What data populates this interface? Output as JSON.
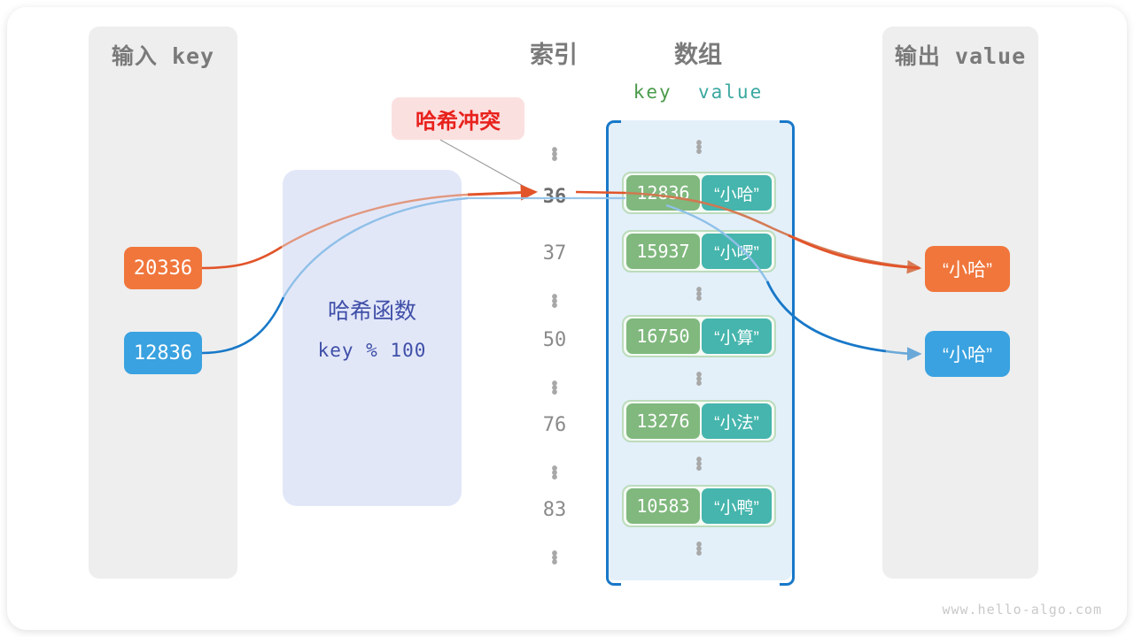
{
  "watermark": "www.hello-algo.com",
  "panels": {
    "input_title": "输入 key",
    "output_title": "输出 value"
  },
  "hash_function": {
    "title": "哈希函数",
    "expression": "key % 100",
    "accent_color": "#3f4fa8",
    "bg_color": "#e2e7f8"
  },
  "collision": {
    "label": "哈希冲突",
    "text_color": "#e8211c",
    "bg_color": "#fbe0e0"
  },
  "columns": {
    "index_title": "索引",
    "array_title": "数组",
    "key_header": "key",
    "value_header": "value",
    "key_header_color": "#4a9b4a",
    "value_header_color": "#3aa8a0"
  },
  "input_keys": [
    {
      "value": "20336",
      "color": "#f0763c"
    },
    {
      "value": "12836",
      "color": "#3aa2e0"
    }
  ],
  "output_values": [
    {
      "value": "“小哈”",
      "color": "#f0763c"
    },
    {
      "value": "“小哈”",
      "color": "#3aa2e0"
    }
  ],
  "index_column": [
    {
      "type": "dots"
    },
    {
      "type": "index",
      "label": "36",
      "bold": true
    },
    {
      "type": "index",
      "label": "37",
      "bold": false
    },
    {
      "type": "dots"
    },
    {
      "type": "index",
      "label": "50",
      "bold": false
    },
    {
      "type": "dots"
    },
    {
      "type": "index",
      "label": "76",
      "bold": false
    },
    {
      "type": "dots"
    },
    {
      "type": "index",
      "label": "83",
      "bold": false
    },
    {
      "type": "dots"
    }
  ],
  "array_rows": [
    {
      "type": "dots"
    },
    {
      "type": "pair",
      "key": "12836",
      "value": "“小哈”"
    },
    {
      "type": "pair",
      "key": "15937",
      "value": "“小啰”"
    },
    {
      "type": "dots"
    },
    {
      "type": "pair",
      "key": "16750",
      "value": "“小算”"
    },
    {
      "type": "dots"
    },
    {
      "type": "pair",
      "key": "13276",
      "value": "“小法”"
    },
    {
      "type": "dots"
    },
    {
      "type": "pair",
      "key": "10583",
      "value": "“小鸭”"
    },
    {
      "type": "dots"
    }
  ],
  "theme": {
    "cell_key_color": "#80b87e",
    "cell_value_color": "#45b5ad",
    "array_bg": "#e3f0fa",
    "bracket_color": "#1878c8",
    "panel_bg": "#eeeeee",
    "orange_flow": "#e2542a",
    "blue_flow": "#1878c8"
  }
}
